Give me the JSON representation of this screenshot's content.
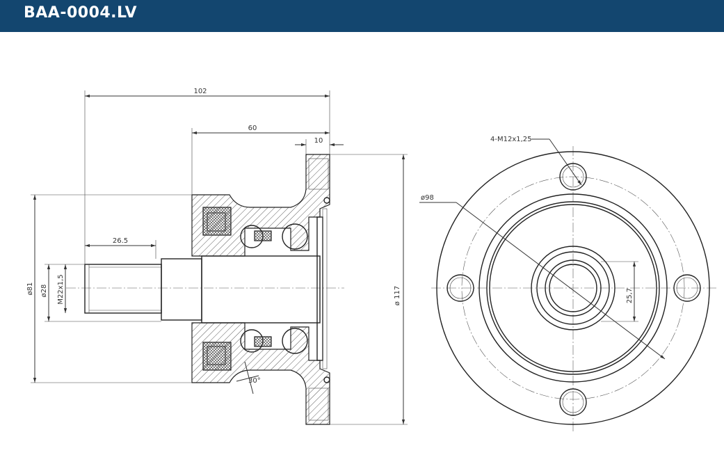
{
  "header": {
    "title": "BAA-0004.LV",
    "background": "#13466f"
  },
  "dimensions": {
    "overall_length": "102",
    "hub_length": "60",
    "flange_thickness": "10",
    "spigot_length": "26.5",
    "outer_diameter": "ø81",
    "shaft_diameter": "ø28",
    "thread": "M22x1,5",
    "flange_diameter": "ø 117",
    "seal_angle": "30°",
    "bolt_holes": "4-M12x1,25",
    "pitch_circle": "ø98",
    "center_bore": "25,7"
  }
}
